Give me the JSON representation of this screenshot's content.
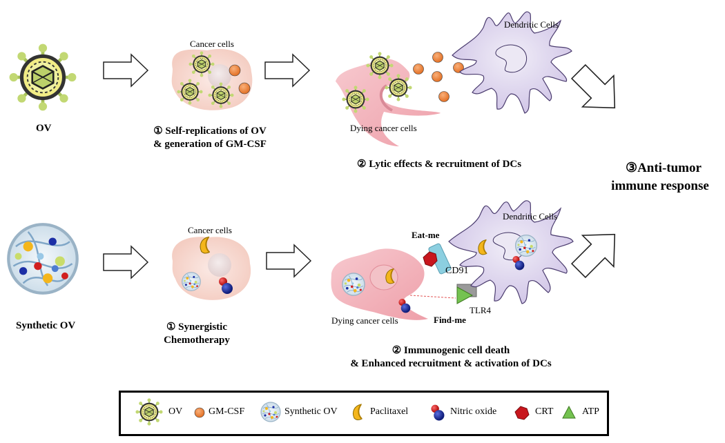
{
  "top_row": {
    "ov_label": "OV",
    "cancer_cells_label": "Cancer cells",
    "step1_line1": "① Self-replications of OV",
    "step1_line2": "& generation of GM-CSF",
    "dying_label": "Dying cancer cells",
    "dendritic_label": "Dendritic Cells",
    "step2": "② Lytic effects & recruitment of DCs"
  },
  "outcome": {
    "line1": "③Anti-tumor",
    "line2": "immune response"
  },
  "bottom_row": {
    "synthetic_label": "Synthetic OV",
    "cancer_cells_label": "Cancer cells",
    "step1_line1": "① Synergistic",
    "step1_line2": "Chemotherapy",
    "dying_label": "Dying cancer cells",
    "dendritic_label": "Dendritic Cells",
    "eat_me": "Eat-me",
    "find_me": "Find-me",
    "cd91": "CD91",
    "tlr4": "TLR4",
    "step2_line1": "② Immunogenic cell death",
    "step2_line2": "& Enhanced recruitment & activation of DCs"
  },
  "legend": {
    "items": [
      {
        "label": "OV",
        "icon": "ov-virus-icon"
      },
      {
        "label": "GM-CSF",
        "icon": "gm-csf-icon"
      },
      {
        "label": "Synthetic OV",
        "icon": "synthetic-ov-icon"
      },
      {
        "label": "Paclitaxel",
        "icon": "paclitaxel-icon"
      },
      {
        "label": "Nitric oxide",
        "icon": "nitric-oxide-icon"
      },
      {
        "label": "CRT",
        "icon": "crt-icon"
      },
      {
        "label": "ATP",
        "icon": "atp-icon"
      }
    ]
  },
  "colors": {
    "virus_fill": "#f3ee7e",
    "virus_spike": "#b9d36a",
    "gm_csf": "#f08a3a",
    "cell_pink": "#f8d6ce",
    "dying_pink": "#f4b3bb",
    "dc_lilac": "#ddd5ee",
    "paclitaxel": "#f4b61c",
    "no_blue": "#1c2fa6",
    "no_red": "#d11f1f",
    "crt_red": "#c8161d",
    "atp_green": "#74c250",
    "cd91_teal": "#8ccfe0",
    "tlr4_grey": "#9a9a9a"
  }
}
